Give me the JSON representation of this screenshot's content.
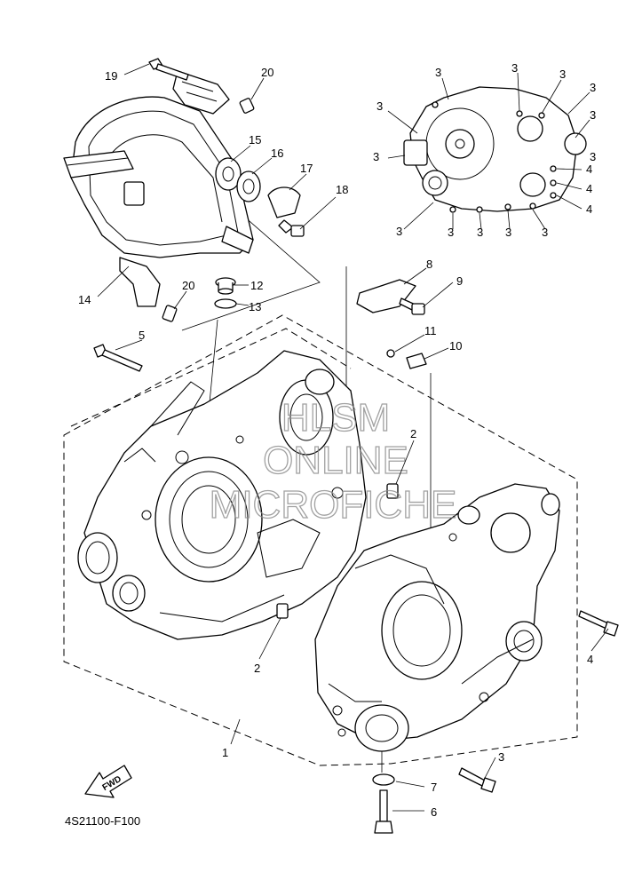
{
  "diagram": {
    "part_number": "4S21100-F100",
    "watermark": [
      "HLSM",
      "ONLINE",
      "MICROFICHE"
    ],
    "fwd_label": "FWD",
    "callouts": [
      {
        "id": "c19",
        "label": "19"
      },
      {
        "id": "c20a",
        "label": "20"
      },
      {
        "id": "c15",
        "label": "15"
      },
      {
        "id": "c16",
        "label": "16"
      },
      {
        "id": "c17",
        "label": "17"
      },
      {
        "id": "c18",
        "label": "18"
      },
      {
        "id": "c14",
        "label": "14"
      },
      {
        "id": "c20b",
        "label": "20"
      },
      {
        "id": "c12",
        "label": "12"
      },
      {
        "id": "c13",
        "label": "13"
      },
      {
        "id": "c8",
        "label": "8"
      },
      {
        "id": "c9",
        "label": "9"
      },
      {
        "id": "c5",
        "label": "5"
      },
      {
        "id": "c11",
        "label": "11"
      },
      {
        "id": "c10",
        "label": "10"
      },
      {
        "id": "c2a",
        "label": "2"
      },
      {
        "id": "c2b",
        "label": "2"
      },
      {
        "id": "c4main",
        "label": "4"
      },
      {
        "id": "c1",
        "label": "1"
      },
      {
        "id": "c3main",
        "label": "3"
      },
      {
        "id": "c7",
        "label": "7"
      },
      {
        "id": "c6",
        "label": "6"
      },
      {
        "id": "i3a",
        "label": "3"
      },
      {
        "id": "i3b",
        "label": "3"
      },
      {
        "id": "i3c",
        "label": "3"
      },
      {
        "id": "i3d",
        "label": "3"
      },
      {
        "id": "i3e",
        "label": "3"
      },
      {
        "id": "i3f",
        "label": "3"
      },
      {
        "id": "i3g",
        "label": "3"
      },
      {
        "id": "i3h",
        "label": "3"
      },
      {
        "id": "i3i",
        "label": "3"
      },
      {
        "id": "i3j",
        "label": "3"
      },
      {
        "id": "i3k",
        "label": "3"
      },
      {
        "id": "i3l",
        "label": "3"
      },
      {
        "id": "i3m",
        "label": "3"
      },
      {
        "id": "i4a",
        "label": "4"
      },
      {
        "id": "i4b",
        "label": "4"
      },
      {
        "id": "i4c",
        "label": "4"
      }
    ]
  }
}
